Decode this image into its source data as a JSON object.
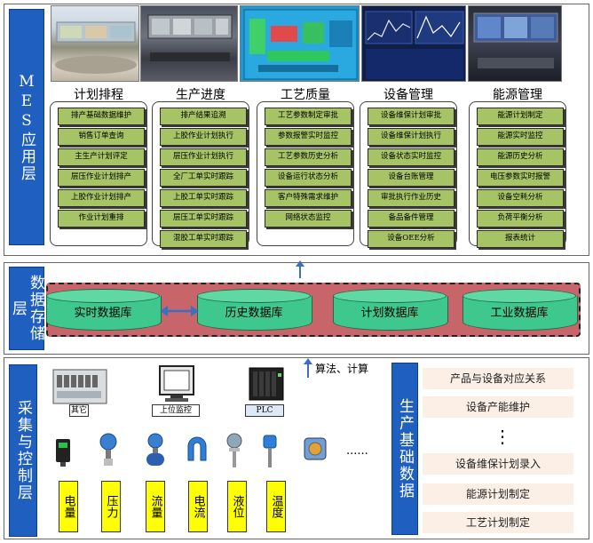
{
  "mes_layer": {
    "label": "MES应用层",
    "modules": [
      {
        "title": "计划排程",
        "items": [
          "排产基础数据维护",
          "销售订单查询",
          "主生产计划评定",
          "层压作业计划排产",
          "上胶作业计划排产",
          "作业计划重排"
        ]
      },
      {
        "title": "生产进度",
        "items": [
          "排产结果追溯",
          "上胶作业计划执行",
          "层压作业计划执行",
          "全厂工单实时跟踪",
          "上胶工单实时跟踪",
          "层压工单实时跟踪",
          "混胶工单实时跟踪"
        ]
      },
      {
        "title": "工艺质量",
        "items": [
          "工艺参数制定审批",
          "参数报警实时监控",
          "工艺参数历史分析",
          "设备运行状态分析",
          "客户特殊需求维护",
          "网络状态监控"
        ]
      },
      {
        "title": "设备管理",
        "items": [
          "设备维保计划审批",
          "设备维保计划执行",
          "设备状态实时监控",
          "设备台账管理",
          "审批执行作业历史",
          "备品备件管理",
          "设备OEE分析"
        ]
      },
      {
        "title": "能源管理",
        "items": [
          "能源计划制定",
          "能源实时监控",
          "能源历史分析",
          "电压参数实时报警",
          "设备空耗分析",
          "负荷平衡分析",
          "报表统计"
        ]
      }
    ]
  },
  "data_layer": {
    "label": "数据存储层",
    "databases": [
      "实时数据库",
      "历史数据库",
      "计划数据库",
      "工业数据库"
    ]
  },
  "control_layer": {
    "label": "采集与控制层",
    "algo_label": "算法、计算",
    "devices": [
      "其它",
      "上位监控",
      "PLC"
    ],
    "sensors": [
      "电量",
      "压力",
      "流量",
      "电流",
      "液位",
      "温度"
    ],
    "ellipsis": "......"
  },
  "basic_data": {
    "label": "生产基础数据",
    "items": [
      "产品与设备对应关系",
      "设备产能维护",
      "设备维保计划录入",
      "能源计划制定",
      "工艺计划制定"
    ],
    "dots": "⋮"
  },
  "colors": {
    "side_label": "#1f5fbf",
    "item_green": "#a6c465",
    "db_red": "#c8656a",
    "cyl_green": "#3ec88e",
    "arrow_blue": "#3a6fc4",
    "sensor_yellow": "#ffff00"
  }
}
